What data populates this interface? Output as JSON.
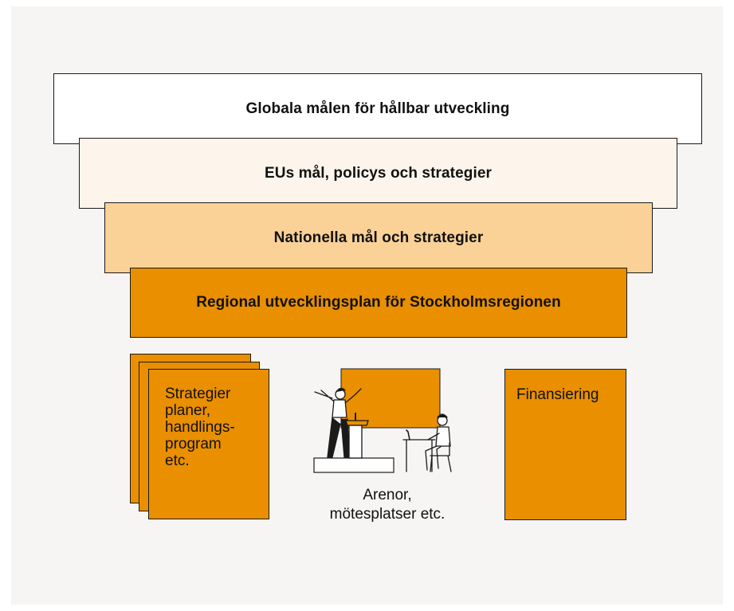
{
  "diagram": {
    "tiers": [
      "Globala målen för hållbar utveckling",
      "EUs mål, policys och strategier",
      "Nationella mål och strategier",
      "Regional utvecklingsplan för Stockholmsregionen"
    ],
    "documents_label": "Strategier\nplaner,\nhandlings-\nprogram\netc.",
    "arena_caption": "Arenor,\nmötesplatser etc.",
    "finance_label": "Finansiering"
  },
  "colors": {
    "tier1": "#ffffff",
    "tier2": "#fdf5eb",
    "tier3": "#fad196",
    "tier4": "#e98f00",
    "outline": "#1a1a1a",
    "background": "#f7f5f3"
  }
}
